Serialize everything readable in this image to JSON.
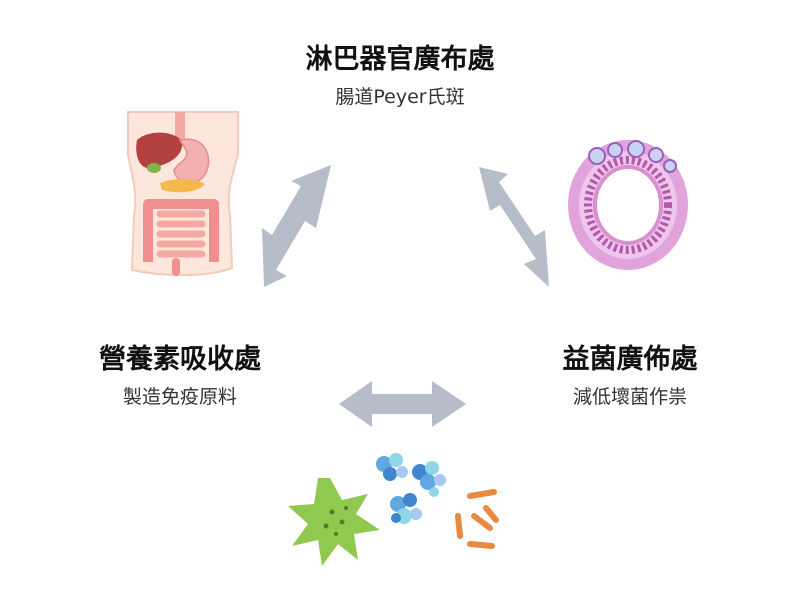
{
  "nodes": {
    "top": {
      "title": "淋巴器官廣布處",
      "subtitle": "腸道Peyer氏斑"
    },
    "left": {
      "title": "營養素吸收處",
      "subtitle": "製造免疫原料"
    },
    "right": {
      "title": "益菌廣佈處",
      "subtitle": "減低壞菌作祟"
    }
  },
  "colors": {
    "arrow": "#b7bcc9",
    "text_dark": "#111111",
    "text_sub": "#333333",
    "intestine_ring": "#e1a3dc",
    "intestine_inner": "#b05aa9",
    "bacteria_green": "#8fc94f",
    "bacteria_blue": "#5fa8e0",
    "bacteria_orange": "#e88a3f"
  },
  "icons": [
    "torso-digestive-icon",
    "intestine-cross-section-icon",
    "bacteria-cluster-icon"
  ]
}
